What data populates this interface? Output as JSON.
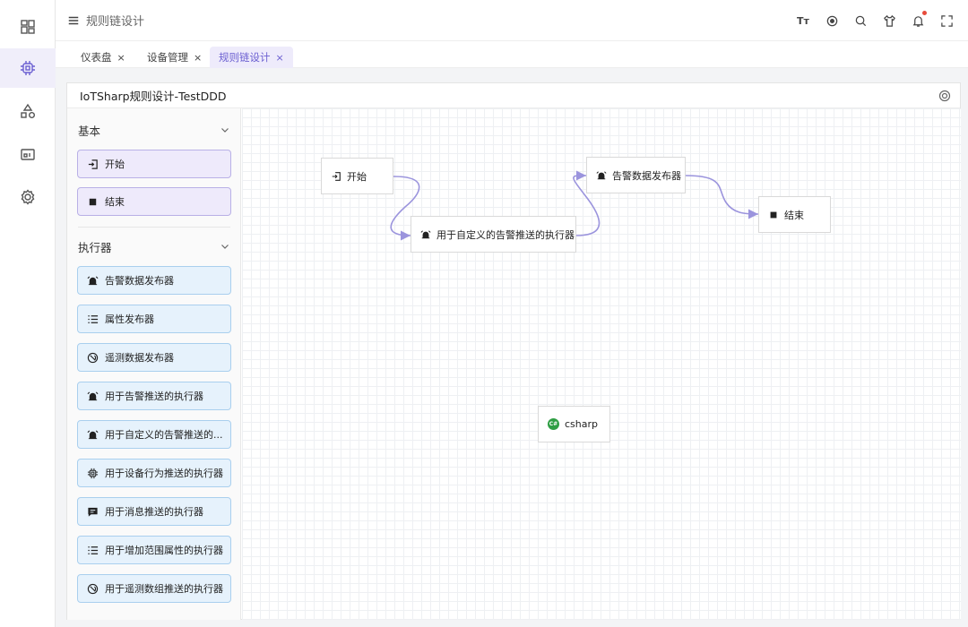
{
  "header": {
    "title": "规则链设计",
    "text_size_glyph": "Tт"
  },
  "tabs": [
    {
      "label": "仪表盘",
      "close": "×"
    },
    {
      "label": "设备管理",
      "close": "×"
    },
    {
      "label": "规则链设计",
      "close": "×"
    }
  ],
  "panel": {
    "title": "IoTSharp规则设计-TestDDD"
  },
  "palette": {
    "groups": [
      {
        "title": "基本",
        "items": [
          {
            "label": "开始",
            "icon": "login-icon"
          },
          {
            "label": "结束",
            "icon": "stop-square-icon"
          }
        ]
      },
      {
        "title": "执行器",
        "items": [
          {
            "label": "告警数据发布器",
            "icon": "alarm-icon"
          },
          {
            "label": "属性发布器",
            "icon": "list-icon"
          },
          {
            "label": "遥测数据发布器",
            "icon": "gauge-icon"
          },
          {
            "label": "用于告警推送的执行器",
            "icon": "alarm-icon"
          },
          {
            "label": "用于自定义的告警推送的...",
            "icon": "alarm-icon"
          },
          {
            "label": "用于设备行为推送的执行器",
            "icon": "chip-icon"
          },
          {
            "label": "用于消息推送的执行器",
            "icon": "message-icon"
          },
          {
            "label": "用于增加范围属性的执行器",
            "icon": "list-icon"
          },
          {
            "label": "用于遥测数组推送的执行器",
            "icon": "gauge-icon"
          }
        ]
      }
    ]
  },
  "canvas": {
    "nodes": [
      {
        "label": "开始",
        "icon": "login-icon"
      },
      {
        "label": "用于自定义的告警推送的执行器",
        "icon": "alarm-icon"
      },
      {
        "label": "告警数据发布器",
        "icon": "alarm-icon"
      },
      {
        "label": "结束",
        "icon": "stop-square-icon"
      },
      {
        "label": "csharp",
        "icon": "csharp-icon",
        "badge": "C#"
      }
    ]
  },
  "colors": {
    "accent": "#6b5fd1",
    "edge": "#9b94dd",
    "purple_item_bg": "#eeeafb",
    "blue_item_bg": "#e6f2fc",
    "notify_dot": "#e74c3c",
    "csharp_badge": "#2f9e44"
  }
}
